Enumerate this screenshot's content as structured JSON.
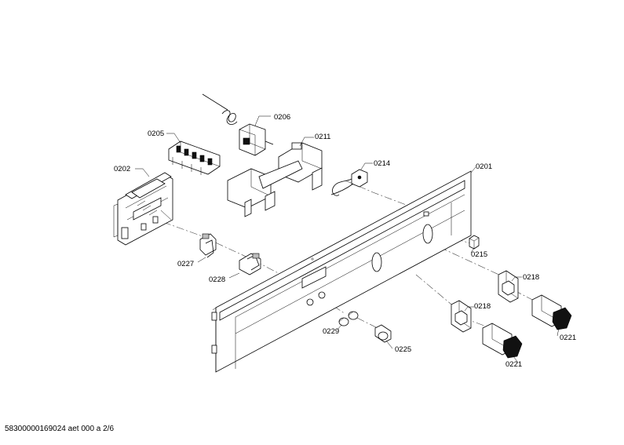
{
  "footer": {
    "doc_ref": "58300000169024 aet 000 a 2/6"
  },
  "callouts": {
    "c0201": "0201",
    "c0202": "0202",
    "c0205": "0205",
    "c0206": "0206",
    "c0211": "0211",
    "c0214": "0214",
    "c0215": "0215",
    "c0218a": "0218",
    "c0218b": "0218",
    "c0221a": "0221",
    "c0221b": "0221",
    "c0225": "0225",
    "c0227": "0227",
    "c0228": "0228",
    "c0229": "0229"
  }
}
